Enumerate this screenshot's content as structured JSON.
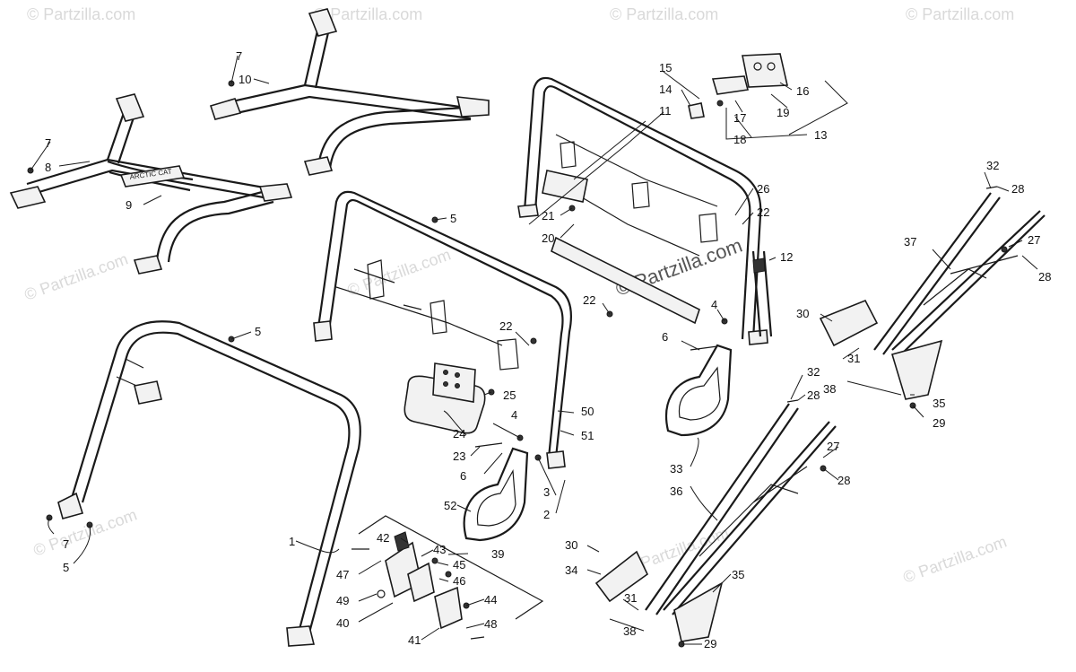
{
  "watermark": {
    "text": "© Partzilla.com",
    "center_text": "© Partzilla.com"
  },
  "labels": {
    "l1": "1",
    "l2": "2",
    "l3": "3",
    "l4a": "4",
    "l4b": "4",
    "l5a": "5",
    "l5b": "5",
    "l5c": "5",
    "l6a": "6",
    "l6b": "6",
    "l7a": "7",
    "l7b": "7",
    "l7c": "7",
    "l8": "8",
    "l9": "9",
    "l10": "10",
    "l11": "11",
    "l12": "12",
    "l13": "13",
    "l14": "14",
    "l15": "15",
    "l16": "16",
    "l17": "17",
    "l18": "18",
    "l19": "19",
    "l20": "20",
    "l21": "21",
    "l22a": "22",
    "l22b": "22",
    "l22c": "22",
    "l23": "23",
    "l24": "24",
    "l25": "25",
    "l26": "26",
    "l27a": "27",
    "l27b": "27",
    "l28a": "28",
    "l28b": "28",
    "l28c": "28",
    "l28d": "28",
    "l29a": "29",
    "l29b": "29",
    "l30a": "30",
    "l30b": "30",
    "l31a": "31",
    "l31b": "31",
    "l32a": "32",
    "l32b": "32",
    "l33": "33",
    "l34": "34",
    "l35a": "35",
    "l35b": "35",
    "l36": "36",
    "l37": "37",
    "l38a": "38",
    "l38b": "38",
    "l39": "39",
    "l40": "40",
    "l41": "41",
    "l42": "42",
    "l43": "43",
    "l44": "44",
    "l45": "45",
    "l46": "46",
    "l47": "47",
    "l48": "48",
    "l49": "49",
    "l50": "50",
    "l51": "51",
    "l52": "52"
  },
  "brand_decal": "ARCTIC CAT"
}
